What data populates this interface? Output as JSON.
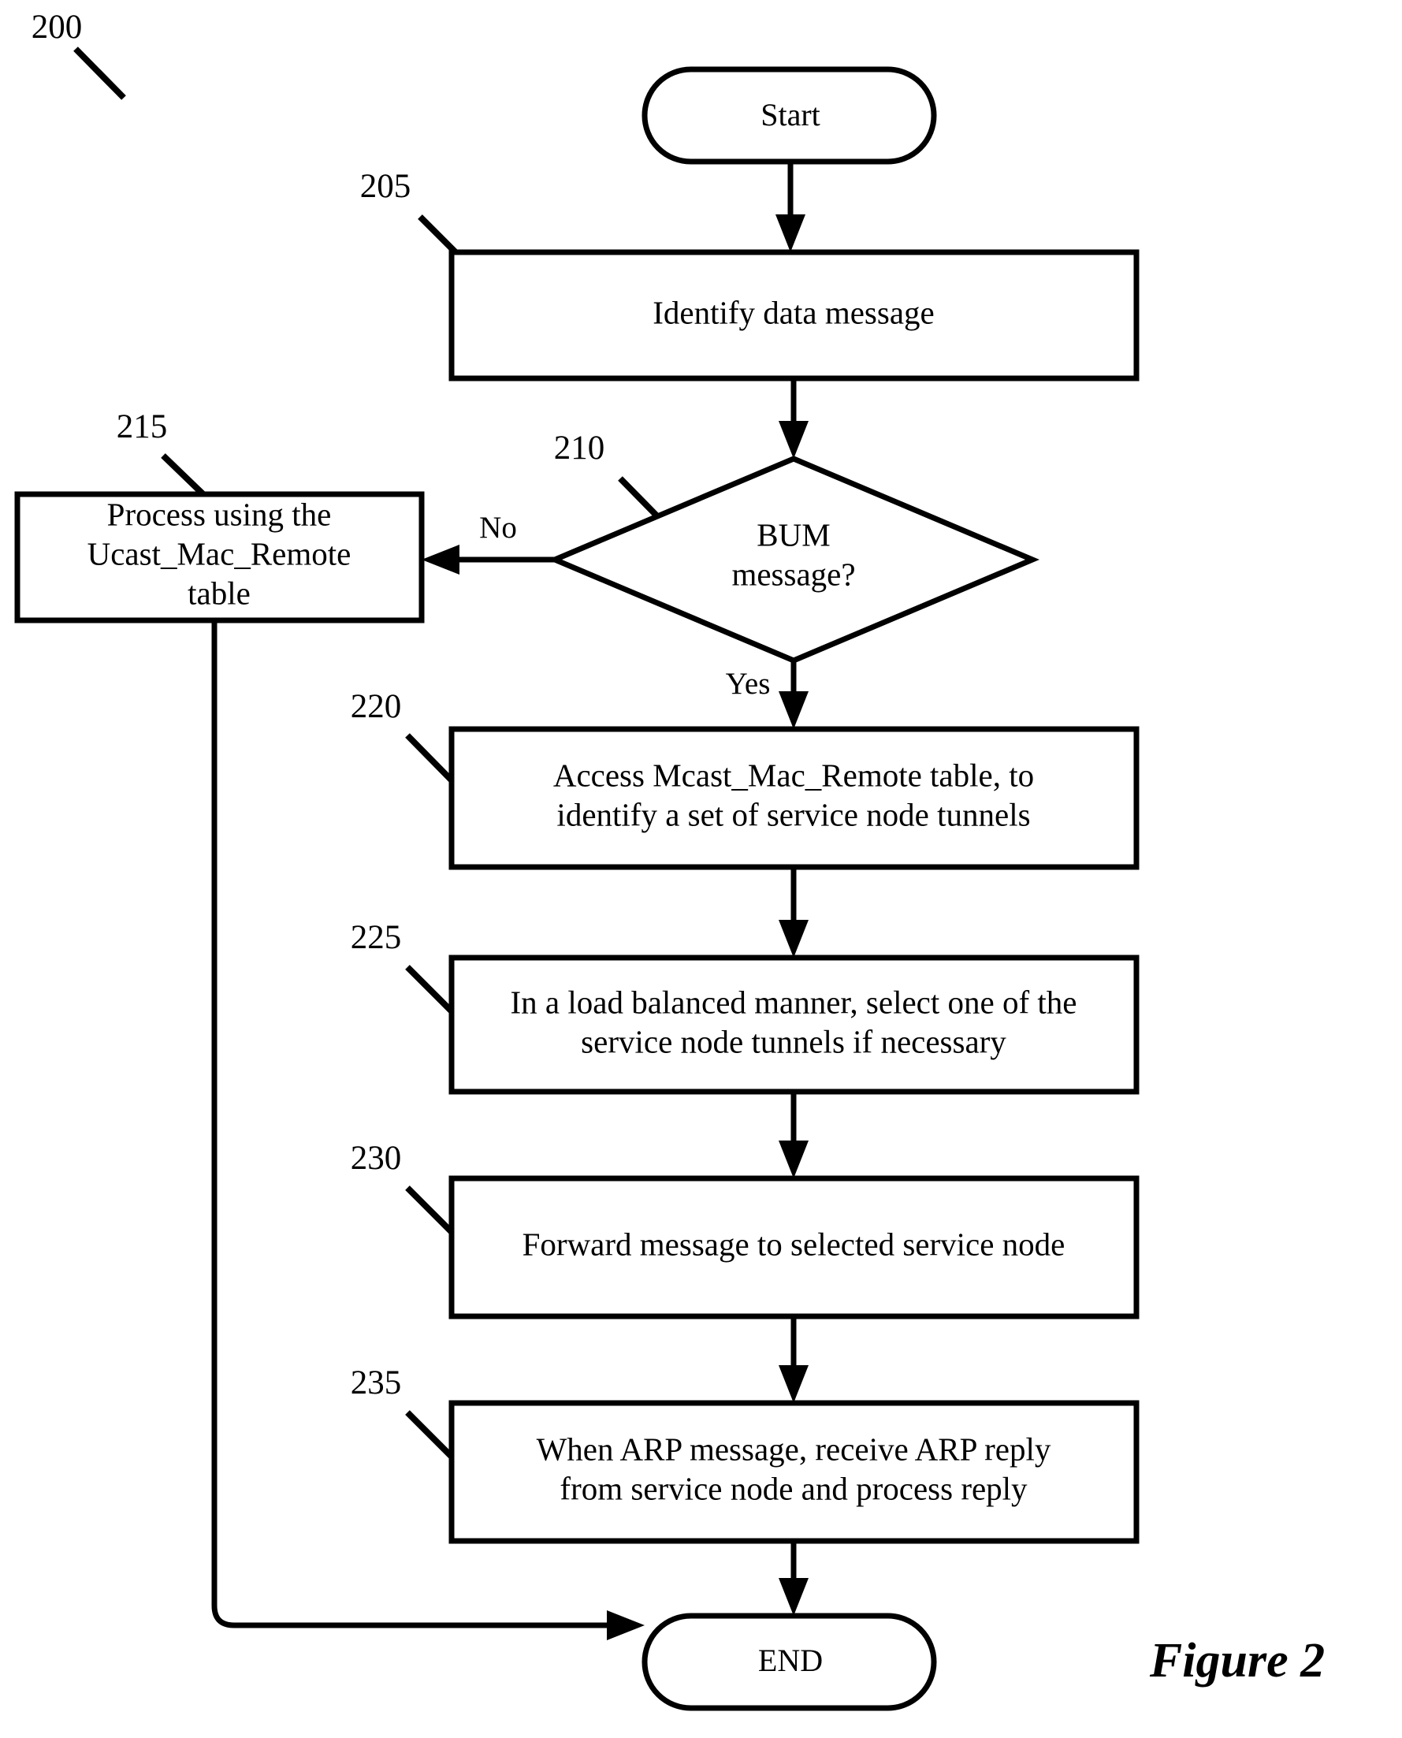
{
  "figure": {
    "caption": "Figure 2",
    "diagram_ref": "200"
  },
  "nodes": {
    "start": {
      "label": "Start",
      "shape": "stadium"
    },
    "end": {
      "label": "END",
      "shape": "stadium"
    },
    "step_205": {
      "ref": "205",
      "shape": "process",
      "lines": [
        "Identify data message"
      ]
    },
    "step_210": {
      "ref": "210",
      "shape": "decision",
      "lines": [
        "BUM",
        "message?"
      ]
    },
    "step_215": {
      "ref": "215",
      "shape": "process",
      "lines": [
        "Process using the",
        "Ucast_Mac_Remote",
        "table"
      ]
    },
    "step_220": {
      "ref": "220",
      "shape": "process",
      "lines": [
        "Access Mcast_Mac_Remote table, to",
        "identify a set of service node tunnels"
      ]
    },
    "step_225": {
      "ref": "225",
      "shape": "process",
      "lines": [
        "In a load balanced manner, select one of the",
        "service node tunnels if necessary"
      ]
    },
    "step_230": {
      "ref": "230",
      "shape": "process",
      "lines": [
        "Forward message to selected service node"
      ]
    },
    "step_235": {
      "ref": "235",
      "shape": "process",
      "lines": [
        "When ARP message, receive ARP reply",
        "from service node and process reply"
      ]
    }
  },
  "edges": {
    "no_branch_label": "No",
    "yes_branch_label": "Yes"
  },
  "colors": {
    "stroke": "#000000",
    "fill": "#ffffff",
    "text": "#000000"
  }
}
